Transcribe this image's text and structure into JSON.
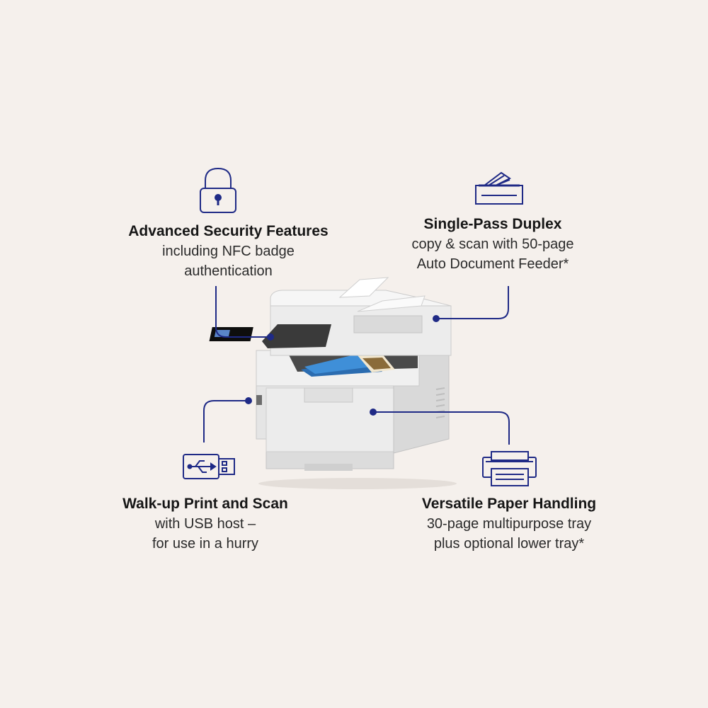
{
  "accent_color": "#1f2a86",
  "features": {
    "security": {
      "icon": "padlock-icon",
      "title": "Advanced Security Features",
      "line1": "including NFC badge",
      "line2": "authentication"
    },
    "duplex": {
      "icon": "document-feeder-icon",
      "title": "Single-Pass Duplex",
      "line1": "copy & scan with 50-page",
      "line2": "Auto Document Feeder*"
    },
    "usb": {
      "icon": "usb-drive-icon",
      "title": "Walk-up Print and Scan",
      "line1": "with USB host –",
      "line2": "for use in a hurry"
    },
    "paper": {
      "icon": "paper-tray-icon",
      "title": "Versatile Paper Handling",
      "line1": "30-page multipurpose tray",
      "line2": "plus optional lower tray*"
    }
  }
}
